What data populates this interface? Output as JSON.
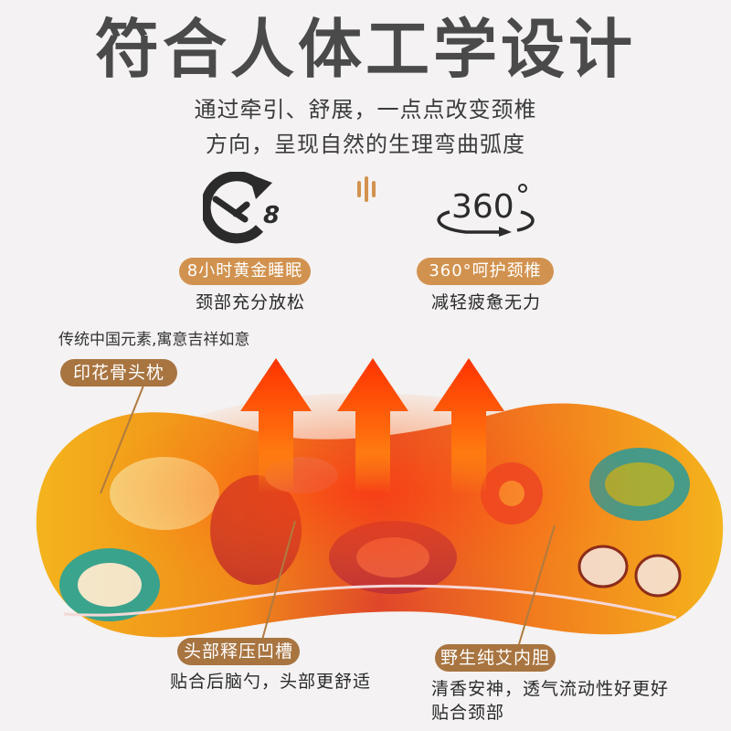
{
  "headline": "符合人体工学设计",
  "subtitle": {
    "line1": "通过牵引、舒展，一点点改变颈椎",
    "line2": "方向，呈现自然的生理弯曲弧度"
  },
  "features": [
    {
      "icon": "clock-8-hours-icon",
      "icon_glyph": "8",
      "badge": "8小时黄金睡眠",
      "caption": "颈部充分放松"
    },
    {
      "icon": "rotate-360-icon",
      "icon_glyph": "360°",
      "badge": "360°呵护颈椎",
      "caption": "减轻疲惫无力"
    }
  ],
  "product": {
    "intro_note": "传统中国元素,寓意吉祥如意",
    "callouts": [
      {
        "label": "印花骨头枕",
        "description": ""
      },
      {
        "label": "头部释压凹槽",
        "description": "贴合后脑勺，头部更舒适"
      },
      {
        "label": "野生纯艾内胆",
        "description_line1": "清香安神，透气流动性好更好",
        "description_line2": "贴合颈部"
      }
    ]
  },
  "colors": {
    "background": "#f4f2f2",
    "headline": "#4a4a4a",
    "badge_light": "#d2924f",
    "badge_dark": "#a87440",
    "arrow_top": "#ff3a00",
    "arrow_bottom": "#ff8a10",
    "pillow_base": "#f2b21c"
  }
}
